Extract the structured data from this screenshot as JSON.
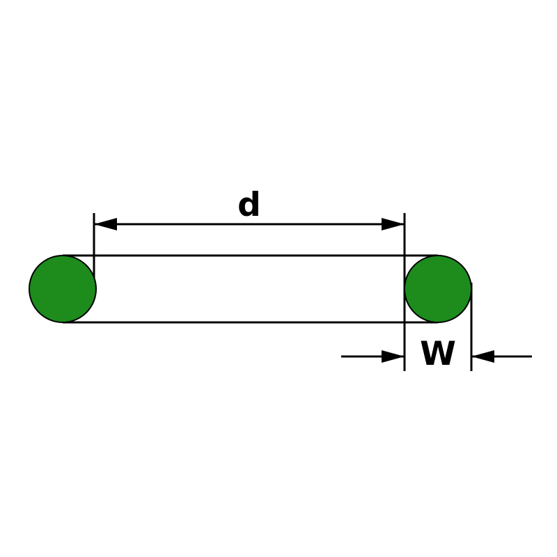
{
  "diagram": {
    "type": "technical-dimension-drawing",
    "subject": "O-ring seal section with dimension callouts",
    "labels": {
      "inner_diameter": "d",
      "cross_section_width": "W"
    },
    "colors": {
      "ring_fill": "#1d8c1d",
      "ink": "#000000",
      "background": "#ffffff"
    }
  }
}
